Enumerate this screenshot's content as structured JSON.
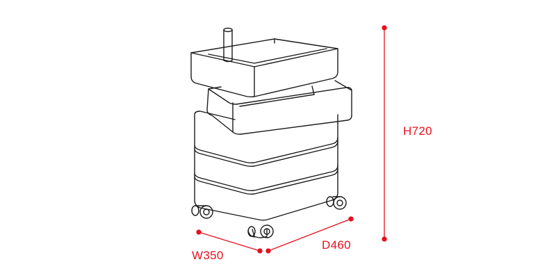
{
  "dimensions": {
    "height_label": "H720",
    "width_label": "W350",
    "depth_label": "D460"
  },
  "colors": {
    "dimension_accent": "#e8101e",
    "outline": "#1a1a1a",
    "background": "#ffffff"
  }
}
